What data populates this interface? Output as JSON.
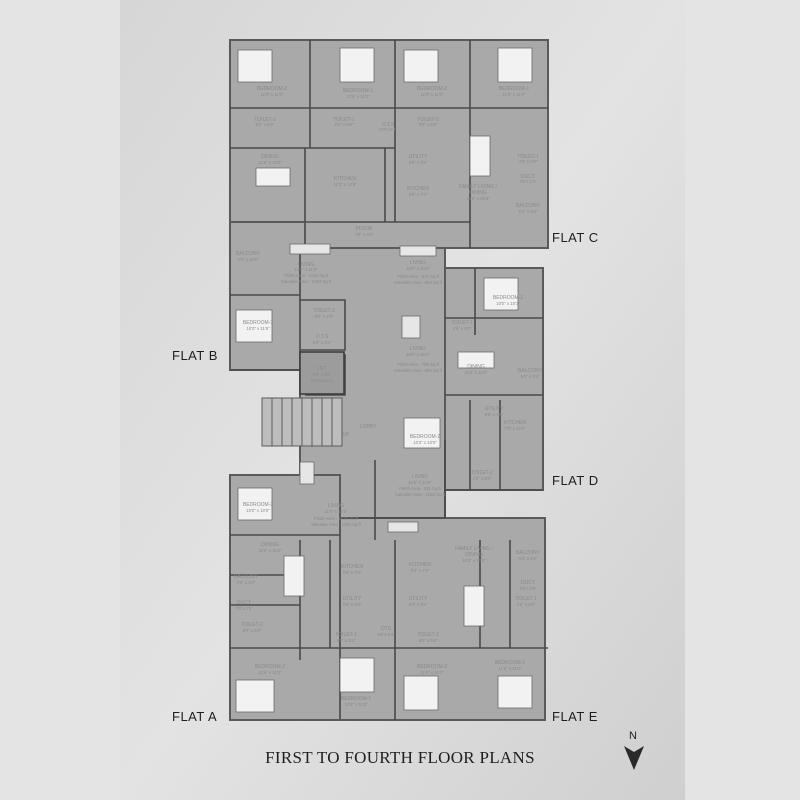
{
  "title": "FIRST TO FOURTH FLOOR PLANS",
  "north_label": "N",
  "flat_labels": {
    "a": "FLAT A",
    "b": "FLAT B",
    "c": "FLAT C",
    "d": "FLAT D",
    "e": "FLAT E"
  },
  "rooms": {
    "c_bed2_l": "BEDROOM-2",
    "c_bed2_l_d": "11'0\" x 11'0\"",
    "c_bed1_l": "BEDROOM-1",
    "c_bed1_l_d": "13'9\" x 11'0\"",
    "c_bed2_r": "BEDROOM-2",
    "c_bed2_r_d": "11'0\" x 11'0\"",
    "c_bed1_r": "BEDROOM-1",
    "c_bed1_r_d": "11'0\" x 11'0\"",
    "c_toilet2_l": "TOILET-2",
    "c_toilet2_l_d": "8'0\" x 5'6\"",
    "c_toilet1_l": "TOILET-1",
    "c_toilet1_l_d": "8'0\" x 5'6\"",
    "c_ots": "O.T.S",
    "c_ots_d": "5'0\"x 5'3\"",
    "c_toilet2_r": "TOILET-2",
    "c_toilet2_r_d": "8'0\" x 5'6\"",
    "c_toilet1_r": "TOILET-1",
    "c_toilet1_r_d": "4'6\" x 8'0\"",
    "c_duct": "DUCT",
    "c_duct_d": "4'6\"x 2'0\"",
    "c_dining": "DINING",
    "c_dining_d": "11'6\" x 10'9\"",
    "c_kitchen_l": "KITCHEN",
    "c_kitchen_l_d": "12'3\" x 10'9\"",
    "c_utility": "UTILITY",
    "c_utility_d": "8'9\" x 3'6\"",
    "c_kitchen_r": "KITCHEN",
    "c_kitchen_r_d": "8'9\" x 7'0\"",
    "c_family": "FAMILY LIVING /",
    "c_family2": "DINING",
    "c_family_d": "10'0\" x 20'9\"",
    "c_balcony": "BALCONY",
    "c_balcony_d": "5'0\" x 8'3\"",
    "pooja": "POOJA",
    "pooja_d": "4'6\" x 3'6\"",
    "b_balcony": "BALCONY",
    "b_balcony_d": "5'0\" x 10'9\"",
    "b_living": "LIVING",
    "b_living_d": "13'6\" x 11'9\"",
    "b_plinth": "Plinth Area - 1146 Sq.ft",
    "b_saleable": "Saleable Area - 1294 Sq.ft",
    "c_living": "LIVING",
    "c_living_d": "10'0\" x 10'9\"",
    "c_plinth": "Plinth Area - 871 Sq.ft",
    "c_saleable": "Saleable Area - 983 Sq.ft",
    "b_bed3": "BEDROOM-3",
    "b_bed3_d": "10'0\" x 11'6\"",
    "b_toilet3": "TOILET-3",
    "b_toilet3_d": "8'0\" x 4'9\"",
    "b_ots": "O.T.S",
    "b_ots_d": "8'0\" x 3'3\"",
    "lift": "LIFT",
    "lift_d": "5'6\" x 6'0\"",
    "lift_cap": "(8 Persons)",
    "lobby": "LOBBY",
    "up": "UP",
    "d_bed1": "BEDROOM-1",
    "d_bed1_d": "10'0\" x 10'3\"",
    "d_toilet1": "TOILET-1",
    "d_toilet1_d": "4'6\" x 8'0\"",
    "d_living": "LIVING",
    "d_living_d": "10'0\" x 16'0\"",
    "d_plinth": "Plinth Area - 785 Sq.ft",
    "d_saleable": "Saleable Area - 886 Sq.ft",
    "d_dining": "DINING",
    "d_dining_d": "11'6\" x 10'0\"",
    "d_balcony": "BALCONY",
    "d_balcony_d": "5'0\" x 9'6\"",
    "d_utility": "UTILITY",
    "d_utility_d": "6'9\" x 4'6\"",
    "d_kitchen": "KITCHEN",
    "d_kitchen_d": "7'0\" x 12'9\"",
    "d_toilet2": "TOILET-2",
    "d_toilet2_d": "4'6\" x 8'0\"",
    "e_bed2_mid": "BEDROOM-2",
    "e_bed2_mid_d": "10'3\" x 10'0\"",
    "e_living": "LIVING",
    "e_living_d": "11'6\" x 10'6\"",
    "e_plinth": "Plinth Area - 911 Sq.ft",
    "e_saleable": "Saleable Area - 1028 Sq.ft",
    "a_bed3": "BEDROOM-3",
    "a_bed3_d": "10'0\" x 10'0\"",
    "a_living": "LIVING",
    "a_living_d": "11'0\" x 15'9\"",
    "a_plinth": "Plinth Area - 1020 Sq.ft",
    "a_saleable": "Saleable Area - 1152 Sq.ft",
    "a_dining": "DINING",
    "a_dining_d": "11'0\" x 11'6\"",
    "a_balcony": "BALCONY",
    "a_balcony_d": "4'0\" x 8'0\"",
    "a_duct": "DUCT",
    "a_duct_d": "3'9\"x 2'0\"",
    "a_kitchen": "KITCHEN",
    "a_kitchen_d": "8'6\" x 7'0\"",
    "e_kitchen": "KITCHEN",
    "e_kitchen_d": "8'3\" x 7'6\"",
    "e_family": "FAMILY LIVING /",
    "e_family2": "DINING",
    "e_family_d": "10'3\" x 20'9\"",
    "e_balcony": "BALCONY",
    "e_balcony_d": "5'0\" x 9'6\"",
    "e_duct": "DUCT",
    "e_duct_d": "4'6\"x 2'0\"",
    "e_toilet1": "TOILET-1",
    "e_toilet1_d": "4'6\" x 8'6\"",
    "a_utility": "UTILITY",
    "a_utility_d": "8'6\" x 3'6\"",
    "e_utility": "UTILITY",
    "e_utility_d": "8'3\" x 3'6\"",
    "a_toilet2": "TOILET-2",
    "a_toilet2_d": "8'0\" x 5'0\"",
    "a_toilet1": "TOILET-1",
    "a_toilet1_d": "8'0\" x 5'6\"",
    "a_ots": "OTS",
    "a_ots_d": "4'6\"x 5'3\"",
    "e_toilet2": "TOILET-2",
    "e_toilet2_d": "8'0\" x 5'6\"",
    "a_bed2": "BEDROOM-2",
    "a_bed2_d": "11'6\" x 11'0\"",
    "a_bed1": "BEDROOM-1",
    "a_bed1_d": "13'9\" x 11'0\"",
    "e_bed2": "BEDROOM-2",
    "e_bed2_d": "11'0\" x 11'0\"",
    "e_bed1": "BEDROOM-1",
    "e_bed1_d": "11'6\" x 11'0\""
  }
}
